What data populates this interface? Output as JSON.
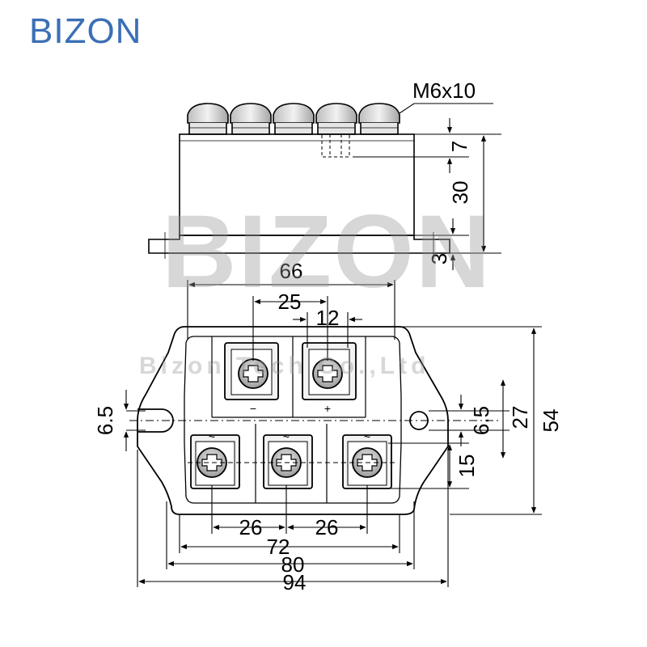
{
  "brand": {
    "logo_text": "BIZON"
  },
  "watermark": {
    "main": "BIZON",
    "sub": "Bizon Tech Co.,Ltd"
  },
  "side_view": {
    "screw_spec": "M6x10",
    "terminal_count": 5
  },
  "dimensions": {
    "screw_depth": "7",
    "module_height": "30",
    "base_thickness": "3",
    "terminal_span": "66",
    "dc_pitch": "25",
    "dc_terminal_width": "12",
    "hole_offset_left": "6.5",
    "hole_offset_right": "6.5",
    "ac_row_height": "15",
    "inner_width_27": "27",
    "total_height_54": "54",
    "ac_pitch_left": "26",
    "ac_pitch_right": "26",
    "inner_length": "72",
    "mounting_pitch": "80",
    "total_length": "94"
  },
  "terminal_marks": {
    "minus": "−",
    "plus": "+",
    "ac": "~"
  }
}
